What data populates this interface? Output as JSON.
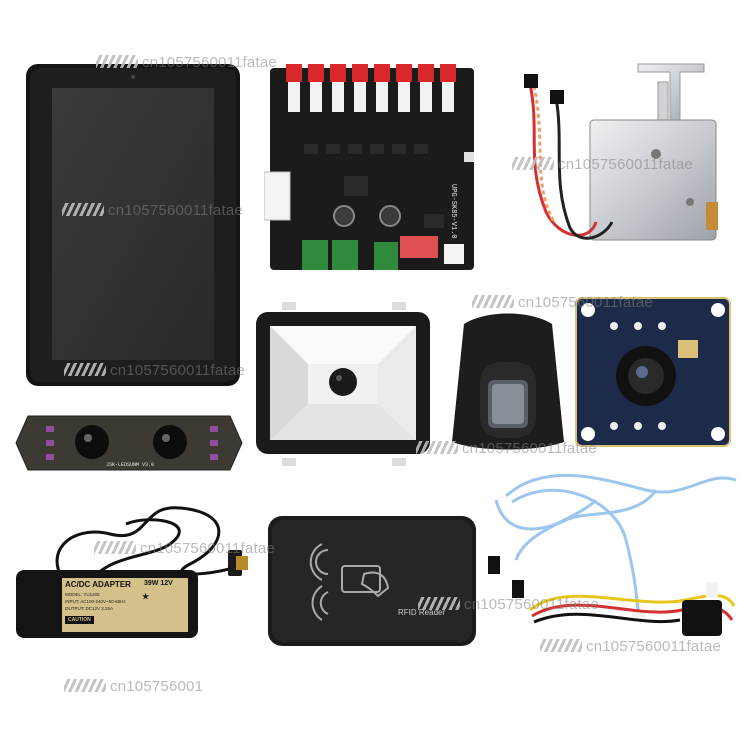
{
  "products": {
    "dc_adapter": {
      "label": "AC/DC ADAPTER",
      "rating": "39W 12V",
      "model": "MODEL: YU1205",
      "input": "INPUT: AC100-240V~50-60Hz",
      "output": "OUTPUT: DC12V 3.25A",
      "caution": "CAUTION"
    },
    "rfid_reader": {
      "label": "RFID Reader"
    },
    "camera_module": {
      "silkscreen": "JSK-LEDSUNM V3.0"
    },
    "driver_board": {
      "silkscreen": "UPG-SK85-V1.0"
    }
  },
  "watermarks": [
    "cn1057560011fatae",
    "cn1057560011fatae",
    "cn1057560011fatae",
    "cn1057560011fatae",
    "cn1057560011fatae",
    "cn1057560011fatae",
    "cn1057560011fatae",
    "cn1057560011fatae",
    "cn1057560011fatae",
    "cn105756001"
  ],
  "colors": {
    "pcb_black": "#1b1b1b",
    "pcb_blue": "#1d2a4a",
    "connector_red": "#d8282c",
    "terminal_green": "#2f8a3c",
    "metal": "#c9ccd1",
    "cable_blue": "#9cc6ee",
    "cable_yellow": "#e7c61c"
  }
}
